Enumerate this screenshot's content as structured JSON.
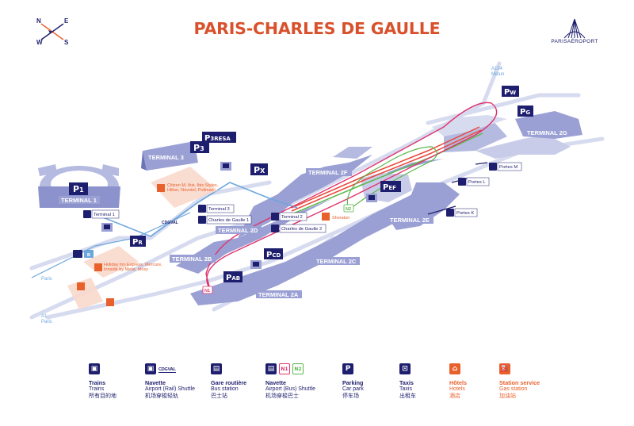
{
  "title": "PARIS-CHARLES DE GAULLE",
  "compass": {
    "n": "N",
    "e": "E",
    "s": "S",
    "w": "W"
  },
  "logo": {
    "name": "PARISAÉROPORT"
  },
  "colors": {
    "navy": "#1e1e6e",
    "orange": "#e8602c",
    "terminal_fill": "#9aa0d4",
    "road": "#d7dbef",
    "cdgval": "#6ca6dd",
    "n1": "#e0336e",
    "n2": "#5ab84a",
    "rer": "#e8473a"
  },
  "terminals": {
    "t1": "TERMINAL 1",
    "t3": "TERMINAL 3",
    "t2g": "TERMINAL 2G",
    "t2f": "TERMINAL 2F",
    "t2d": "TERMINAL 2D",
    "t2e": "TERMINAL 2E",
    "t2b": "TERMINAL 2B",
    "t2c": "TERMINAL 2C",
    "t2a": "TERMINAL 2A"
  },
  "parkings": {
    "p1": "1",
    "p3": "3",
    "p3resa": "3RESA",
    "px": "X",
    "pr": "R",
    "pef": "EF",
    "pcd": "CD",
    "pab": "AB",
    "pw": "W",
    "pg": "G"
  },
  "stations": {
    "terminal1": "Terminal 1",
    "terminal3": "Terminal 3",
    "cdg1": "Charles de Gaulle 1",
    "terminal2": "Terminal 2",
    "cdg2": "Charles de Gaulle 2",
    "portes_m": "Portes M",
    "portes_l": "Portes L",
    "portes_k": "Portes K",
    "cdgval": "CDGVAL"
  },
  "hotels": {
    "h3": "Citizen M, Ibis, Ibis Styles,\nHilton, Novotel, Pullman",
    "h2": "Sheraton",
    "hrer": "Holiday Inn Express, Mercure,\nInnside by Meliá, Moxy"
  },
  "roads": {
    "a104": "A104\nMelun",
    "paris": "Paris",
    "a1": "A1\nParis"
  },
  "shuttles": {
    "n1": "N1",
    "n2": "N2",
    "b": "B"
  },
  "legend": [
    {
      "l1": "Trains",
      "l2": "Trains",
      "l3": "所有目的地",
      "icon": "train-icon"
    },
    {
      "l1": "Navette",
      "l2": "Airport (Rail) Shuttle",
      "l3": "机场穿梭轻轨",
      "icon": "shuttle-train-icon",
      "badge": "CDGVAL"
    },
    {
      "l1": "Gare routière",
      "l2": "Bus station",
      "l3": "巴士站",
      "icon": "bus-icon"
    },
    {
      "l1": "Navette",
      "l2": "Airport (Bus) Shuttle",
      "l3": "机场穿梭巴士",
      "icon": "shuttle-bus-icon",
      "n1": "N1",
      "n2": "N2"
    },
    {
      "l1": "Parking",
      "l2": "Car park",
      "l3": "停车场",
      "icon": "parking-icon",
      "p": "P"
    },
    {
      "l1": "Taxis",
      "l2": "Taxis",
      "l3": "出租车",
      "icon": "taxi-icon"
    },
    {
      "l1": "Hôtels",
      "l2": "Hotels",
      "l3": "酒店",
      "icon": "hotel-icon"
    },
    {
      "l1": "Station service",
      "l2": "Gas station",
      "l3": "加油站",
      "icon": "gas-station-icon"
    }
  ]
}
